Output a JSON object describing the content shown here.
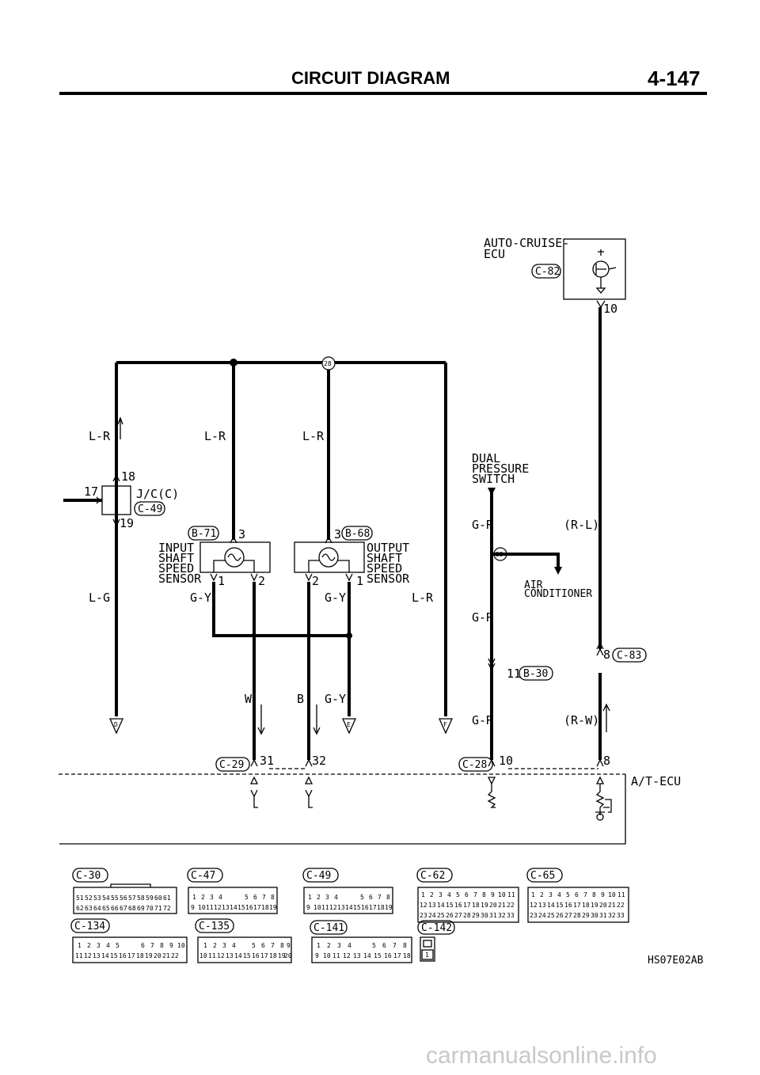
{
  "header": {
    "title": "CIRCUIT DIAGRAM",
    "page_number": "4-147"
  },
  "components": {
    "auto_cruise_ecu": {
      "name_line1": "AUTO-CRUISE-",
      "name_line2": "ECU",
      "connector": "C-82",
      "pin": "10"
    },
    "junction_connector": {
      "name": "J/C(C)",
      "connector": "C-49",
      "pin_top": "18",
      "pin_side": "17",
      "pin_bottom": "19"
    },
    "input_sensor": {
      "line1": "INPUT",
      "line2": "SHAFT",
      "line3": "SPEED",
      "line4": "SENSOR",
      "connector": "B-71",
      "pin_top": "3",
      "pin_left": "1",
      "pin_right": "2"
    },
    "output_sensor": {
      "line1": "OUTPUT",
      "line2": "SHAFT",
      "line3": "SPEED",
      "line4": "SENSOR",
      "connector": "B-68",
      "pin_top": "3",
      "pin_left": "2",
      "pin_right": "1"
    },
    "dual_pressure_switch": {
      "line1": "DUAL",
      "line2": "PRESSURE",
      "line3": "SWITCH"
    },
    "air_conditioner": {
      "line1": "AIR",
      "line2": "CONDITIONER"
    },
    "at_ecu": {
      "name": "A/T-ECU",
      "connector_left": "C-29",
      "connector_right": "C-28",
      "pin_31": "31",
      "pin_32": "32",
      "pin_10": "10",
      "pin_8": "8"
    },
    "b30": {
      "connector": "B-30",
      "pin": "11"
    },
    "c83": {
      "connector": "C-83",
      "pin": "8"
    },
    "splice_28": "28",
    "splice_25": "25"
  },
  "wires": {
    "lr_1": "L-R",
    "lr_2": "L-R",
    "lr_3": "L-R",
    "lr_4": "L-R",
    "lg": "L-G",
    "gy_1": "G-Y",
    "gy_2": "G-Y",
    "gy_3": "G-Y",
    "w": "W",
    "b": "B",
    "gr_1": "G-R",
    "gr_2": "G-R",
    "gr_3": "G-R",
    "rl": "(R-L)",
    "rw": "(R-W)"
  },
  "offpage": {
    "d": "D",
    "e": "E",
    "f": "F"
  },
  "connectors": {
    "c30": {
      "label": "C-30",
      "row1": [
        "51",
        "52",
        "53",
        "54",
        "55",
        "56",
        "57",
        "58",
        "59",
        "60",
        "61"
      ],
      "row2": [
        "62",
        "63",
        "64",
        "65",
        "66",
        "67",
        "68",
        "69",
        "70",
        "71",
        "72"
      ]
    },
    "c47": {
      "label": "C-47",
      "row1": [
        "1",
        "2",
        "3",
        "4",
        "",
        "5",
        "6",
        "7",
        "8"
      ],
      "row2": [
        "9",
        "10",
        "11",
        "12",
        "13",
        "14",
        "15",
        "16",
        "17",
        "18",
        "19"
      ]
    },
    "c49": {
      "label": "C-49",
      "row1": [
        "1",
        "2",
        "3",
        "4",
        "",
        "5",
        "6",
        "7",
        "8"
      ],
      "row2": [
        "9",
        "10",
        "11",
        "12",
        "13",
        "14",
        "15",
        "16",
        "17",
        "18",
        "19"
      ]
    },
    "c62": {
      "label": "C-62",
      "row1": [
        "1",
        "2",
        "3",
        "4",
        "5",
        "6",
        "7",
        "8",
        "9",
        "10",
        "11"
      ],
      "row2": [
        "12",
        "13",
        "14",
        "15",
        "16",
        "17",
        "18",
        "19",
        "20",
        "21",
        "22"
      ],
      "row3": [
        "23",
        "24",
        "25",
        "26",
        "27",
        "28",
        "29",
        "30",
        "31",
        "32",
        "33"
      ]
    },
    "c65": {
      "label": "C-65",
      "row1": [
        "1",
        "2",
        "3",
        "4",
        "5",
        "6",
        "7",
        "8",
        "9",
        "10",
        "11"
      ],
      "row2": [
        "12",
        "13",
        "14",
        "15",
        "16",
        "17",
        "18",
        "19",
        "20",
        "21",
        "22"
      ],
      "row3": [
        "23",
        "24",
        "25",
        "26",
        "27",
        "28",
        "29",
        "30",
        "31",
        "32",
        "33"
      ]
    },
    "c134": {
      "label": "C-134",
      "row1": [
        "1",
        "2",
        "3",
        "4",
        "5",
        "",
        "6",
        "7",
        "8",
        "9",
        "10"
      ],
      "row2": [
        "11",
        "12",
        "13",
        "14",
        "15",
        "16",
        "17",
        "18",
        "19",
        "20",
        "21",
        "22"
      ]
    },
    "c135": {
      "label": "C-135",
      "row1": [
        "1",
        "2",
        "3",
        "4",
        "",
        "5",
        "6",
        "7",
        "8",
        "9"
      ],
      "row2": [
        "10",
        "11",
        "12",
        "13",
        "14",
        "15",
        "16",
        "17",
        "18",
        "19",
        "20"
      ]
    },
    "c141": {
      "label": "C-141",
      "row1": [
        "1",
        "2",
        "3",
        "4",
        "",
        "5",
        "6",
        "7",
        "8"
      ],
      "row2": [
        "9",
        "10",
        "11",
        "12",
        "13",
        "14",
        "15",
        "16",
        "17",
        "18"
      ]
    },
    "c142": {
      "label": "C-142",
      "pin": "1"
    }
  },
  "footer": {
    "code": "HS07E02AB"
  },
  "watermark": "carmanualsonline.info"
}
